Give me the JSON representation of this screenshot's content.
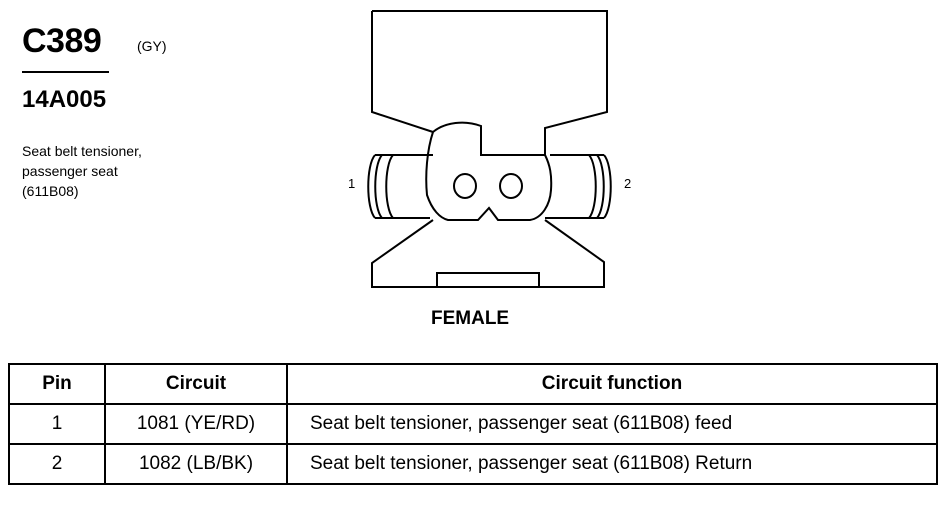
{
  "header": {
    "connector_id": "C389",
    "color_code": "(GY)",
    "part_number": "14A005",
    "description_lines": [
      "Seat belt tensioner,",
      "passenger seat",
      "(611B08)"
    ]
  },
  "diagram": {
    "pin_labels": [
      "1",
      "2"
    ],
    "view_label": "FEMALE"
  },
  "table": {
    "headers": [
      "Pin",
      "Circuit",
      "Circuit function"
    ],
    "rows": [
      {
        "pin": "1",
        "circuit": "1081 (YE/RD)",
        "function": "Seat belt tensioner, passenger seat (611B08) feed"
      },
      {
        "pin": "2",
        "circuit": "1082 (LB/BK)",
        "function": "Seat belt tensioner, passenger seat (611B08) Return"
      }
    ]
  }
}
